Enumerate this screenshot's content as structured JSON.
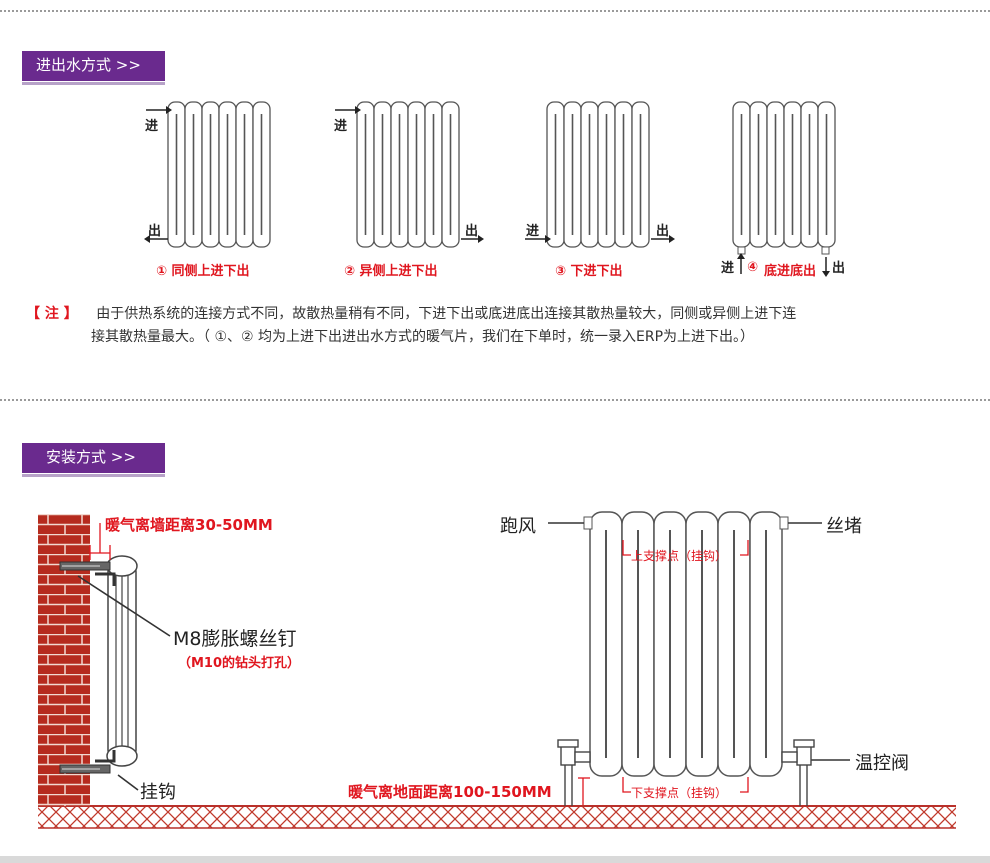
{
  "section1": {
    "title": "进出水方式 >>",
    "labels": {
      "in": "进",
      "out": "出"
    },
    "diagrams": [
      {
        "caption": "① 同侧上进下出"
      },
      {
        "caption": "② 异侧上进下出"
      },
      {
        "caption": "③ 下进下出"
      },
      {
        "caption_num": "④",
        "caption_text": "底进底出"
      }
    ],
    "note_key": "【 注 】",
    "note_line1": "由于供热系统的连接方式不同，故散热量稍有不同，下进下出或底进底出连接其散热量较大，同侧或异侧上进下连",
    "note_line2": "接其散热量最大。（ ①、② 均为上进下出进出水方式的暖气片，我们在下单时，统一录入ERP为上进下出。）"
  },
  "section2": {
    "title": "安装方式 >>",
    "wall_distance": "暖气离墙距离30-50MM",
    "bolt": "M8膨胀螺丝钉",
    "bolt_note": "（M10的钻头打孔）",
    "hook": "挂钩",
    "vent": "跑风",
    "plug": "丝堵",
    "upper_support": "上支撑点（挂钩）",
    "lower_support": "下支撑点（挂钩）",
    "valve": "温控阀",
    "floor_distance": "暖气离地面距离100-150MM"
  },
  "colors": {
    "accent": "#6a2a8e",
    "red": "#e0161f",
    "brick": "#b52b1e",
    "floor": "#c0392b"
  }
}
